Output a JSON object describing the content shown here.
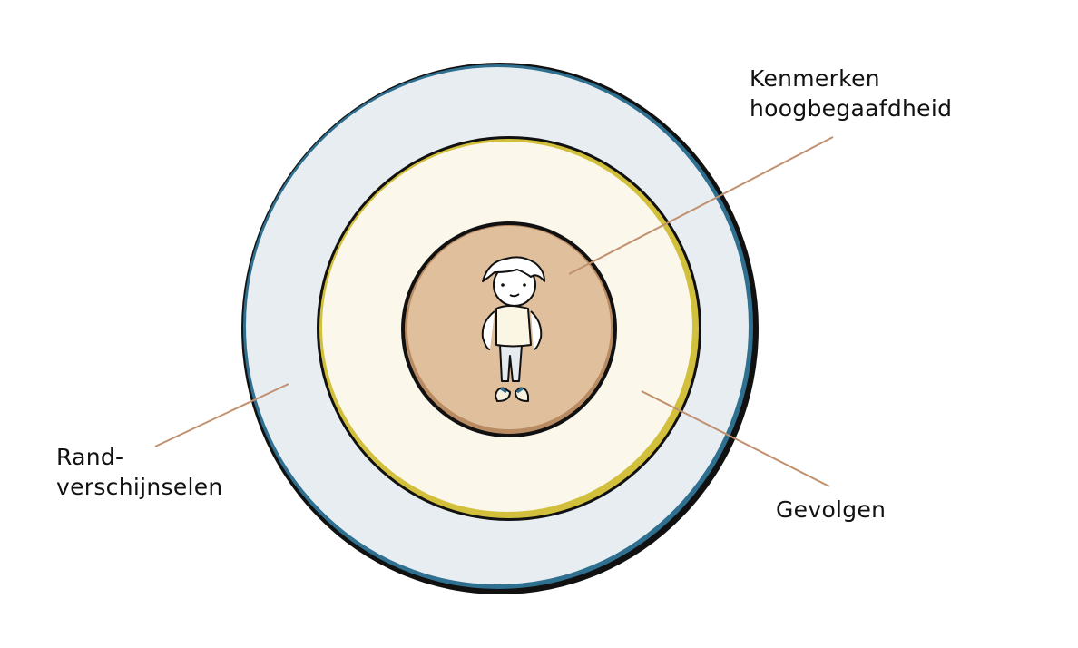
{
  "labels": {
    "kenmerken": [
      "Kenmerken",
      "hoogbegaafdheid"
    ],
    "gevolgen": "Gevolgen",
    "randverschijnselen": [
      "Rand-",
      "verschijnselen"
    ]
  },
  "colors": {
    "outer_fill": "#e8edf2",
    "outer_ring": "#2f6f8f",
    "middle_fill": "#fbf7ea",
    "middle_ring": "#d2c03c",
    "inner_fill": "#e0bf9d",
    "inner_ring": "#b98b62",
    "leader_line": "#c0906f",
    "outline": "#111111"
  },
  "icons": {
    "center": "child-figure-icon"
  }
}
